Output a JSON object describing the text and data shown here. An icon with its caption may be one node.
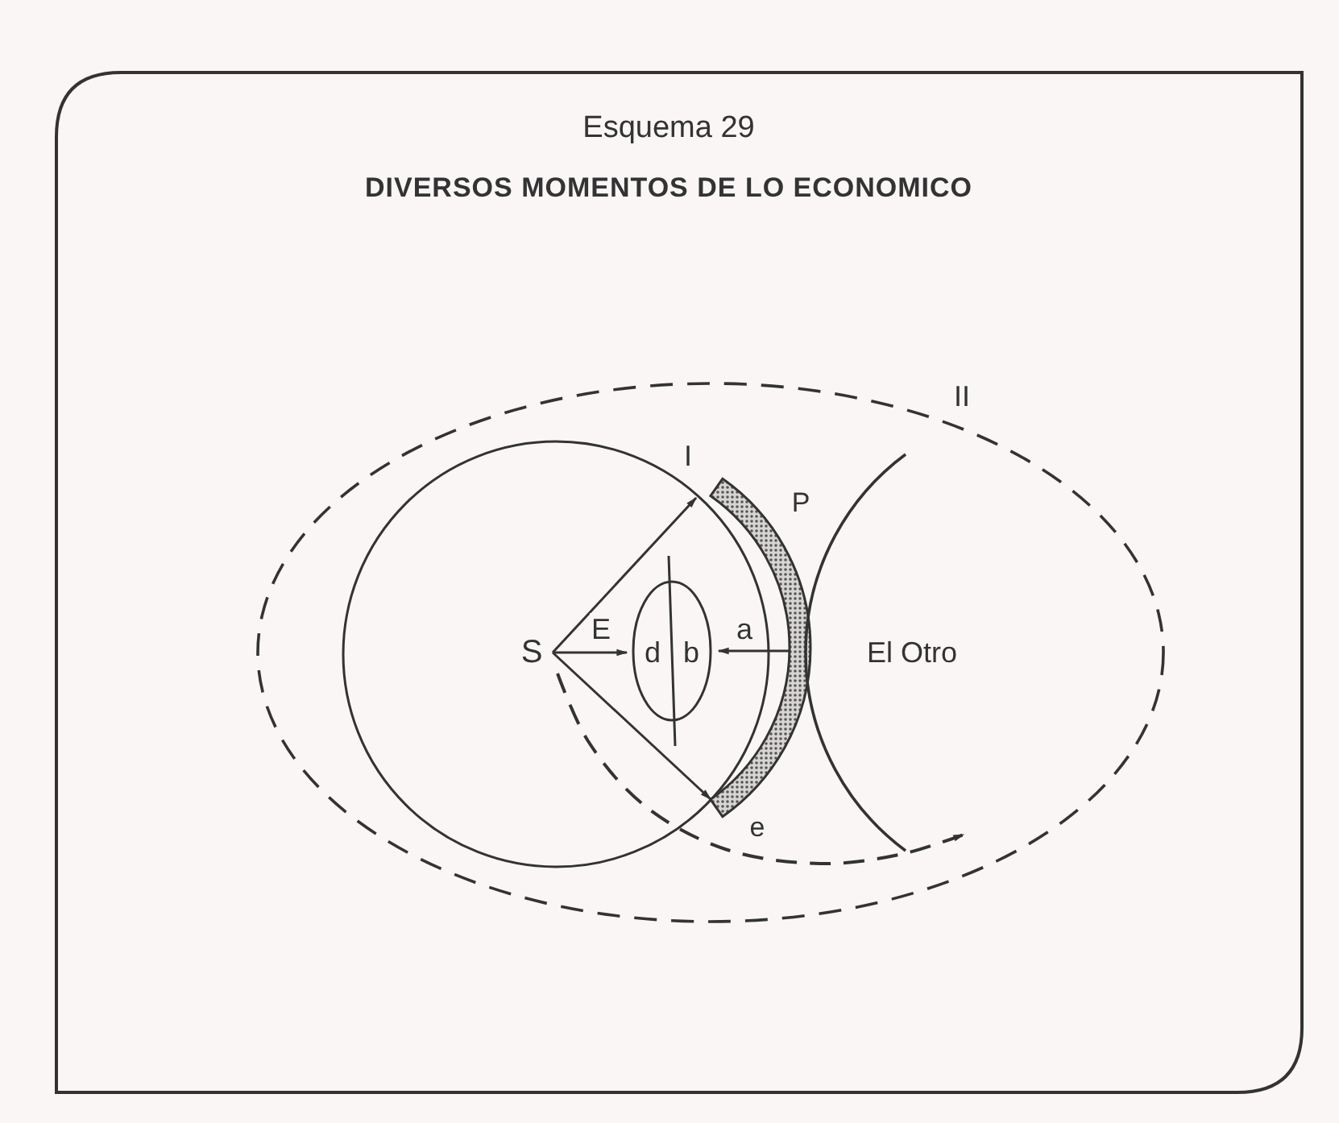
{
  "diagram": {
    "title": "DIVERSOS MOMENTOS DE LO ECONOMICO",
    "nodes": [
      {
        "text": [
          "II"
        ]
      },
      {
        "text": [
          "I"
        ],
        "in": 0
      },
      {
        "text": [
          "S"
        ],
        "in": 1
      },
      {
        "text": [
          "d",
          "b"
        ],
        "in": 1
      },
      {
        "text": [],
        "shape": "bar",
        "in": 0,
        "beside": [
          "P"
        ]
      },
      {
        "text": [
          "El Otro"
        ],
        "in": 0
      }
    ],
    "edges": [
      {
        "from": 2,
        "to": 4,
        "arrow": "to"
      },
      {
        "from": 2,
        "to": 4,
        "arrow": "to"
      },
      {
        "from": 2,
        "to": 3,
        "arrow": "to",
        "label": "E"
      },
      {
        "from": 4,
        "to": 3,
        "arrow": "to",
        "label": "a"
      },
      {
        "from": 2,
        "to": 5,
        "arrow": "to",
        "style": "dashed"
      }
    ],
    "labels": [
      "Esquema 29",
      "e"
    ]
  }
}
